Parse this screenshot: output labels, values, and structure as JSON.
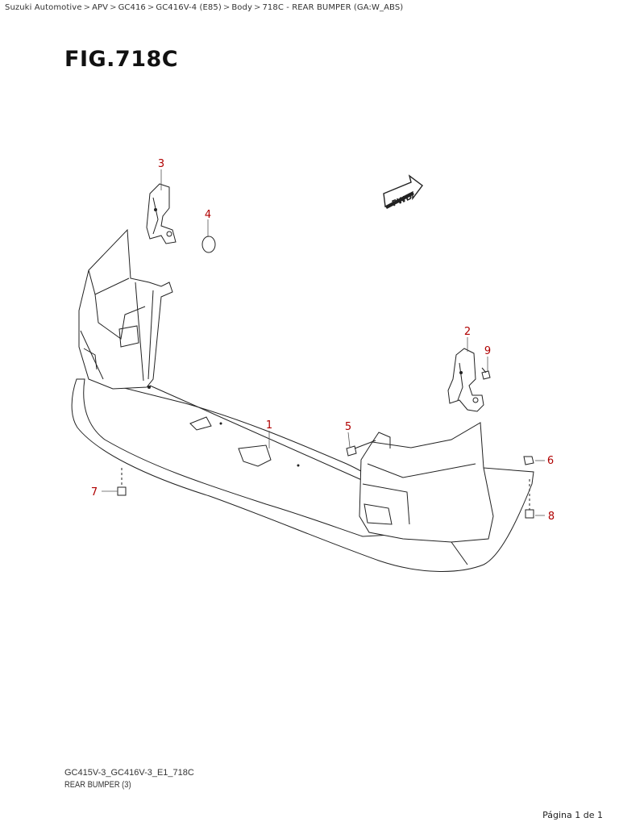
{
  "breadcrumb": {
    "items": [
      "Suzuki Automotive",
      "APV",
      "GC416",
      "GC416V-4 (E85)",
      "Body",
      "718C - REAR BUMPER (GA:W_ABS)"
    ],
    "separator": ">"
  },
  "figure": {
    "title": "FIG.718C",
    "direction_label": "FWD",
    "callouts": [
      "1",
      "2",
      "3",
      "4",
      "5",
      "6",
      "7",
      "8",
      "9"
    ]
  },
  "footer": {
    "code": "GC415V-3_GC416V-3_E1_718C",
    "name": "REAR BUMPER (3)",
    "page": "Página 1 de 1"
  }
}
